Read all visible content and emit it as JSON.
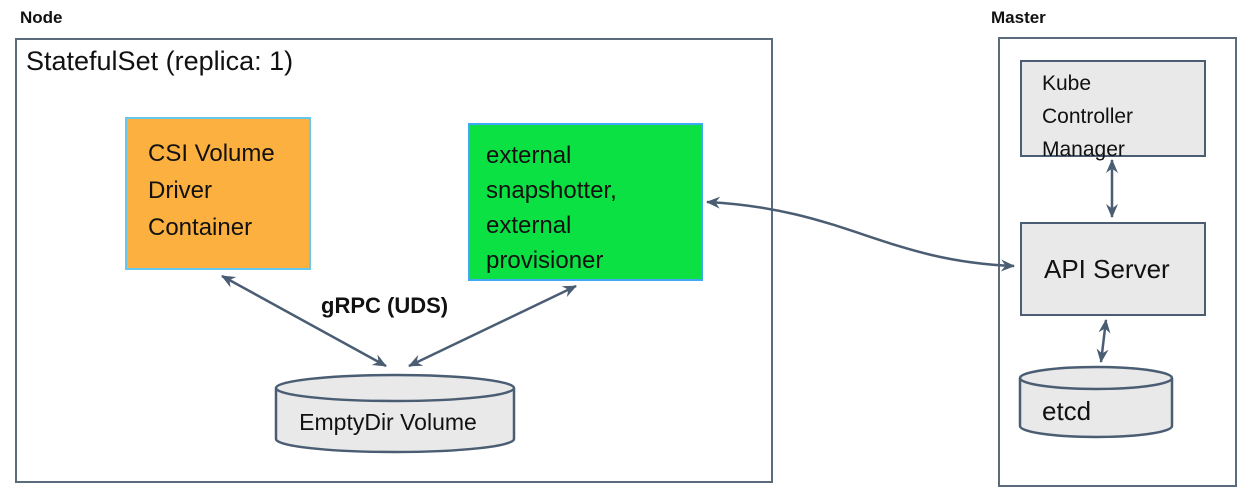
{
  "node": {
    "label": "Node",
    "statefulset_title": "StatefulSet (replica: 1)",
    "csi_box": {
      "line1": "CSI Volume",
      "line2": "Driver",
      "line3": "Container"
    },
    "sidecar_box": {
      "line1": "external",
      "line2": "snapshotter,",
      "line3": "external",
      "line4": "provisioner"
    },
    "grpc_label": "gRPC (UDS)",
    "emptydir_label": "EmptyDir Volume"
  },
  "master": {
    "label": "Master",
    "kcm_box": {
      "line1": "Kube",
      "line2": "Controller",
      "line3": "Manager"
    },
    "api_server_label": "API Server",
    "etcd_label": "etcd"
  },
  "colors": {
    "csi_box_fill": "#fbb040",
    "csi_box_border": "#66c7ef",
    "sidecar_box_fill": "#0ce144",
    "sidecar_box_border": "#3fa9f5",
    "gray_box_fill": "#e9e9e9",
    "arrow_stroke": "#4a5d73",
    "outer_box_border": "#5a6b7c"
  }
}
